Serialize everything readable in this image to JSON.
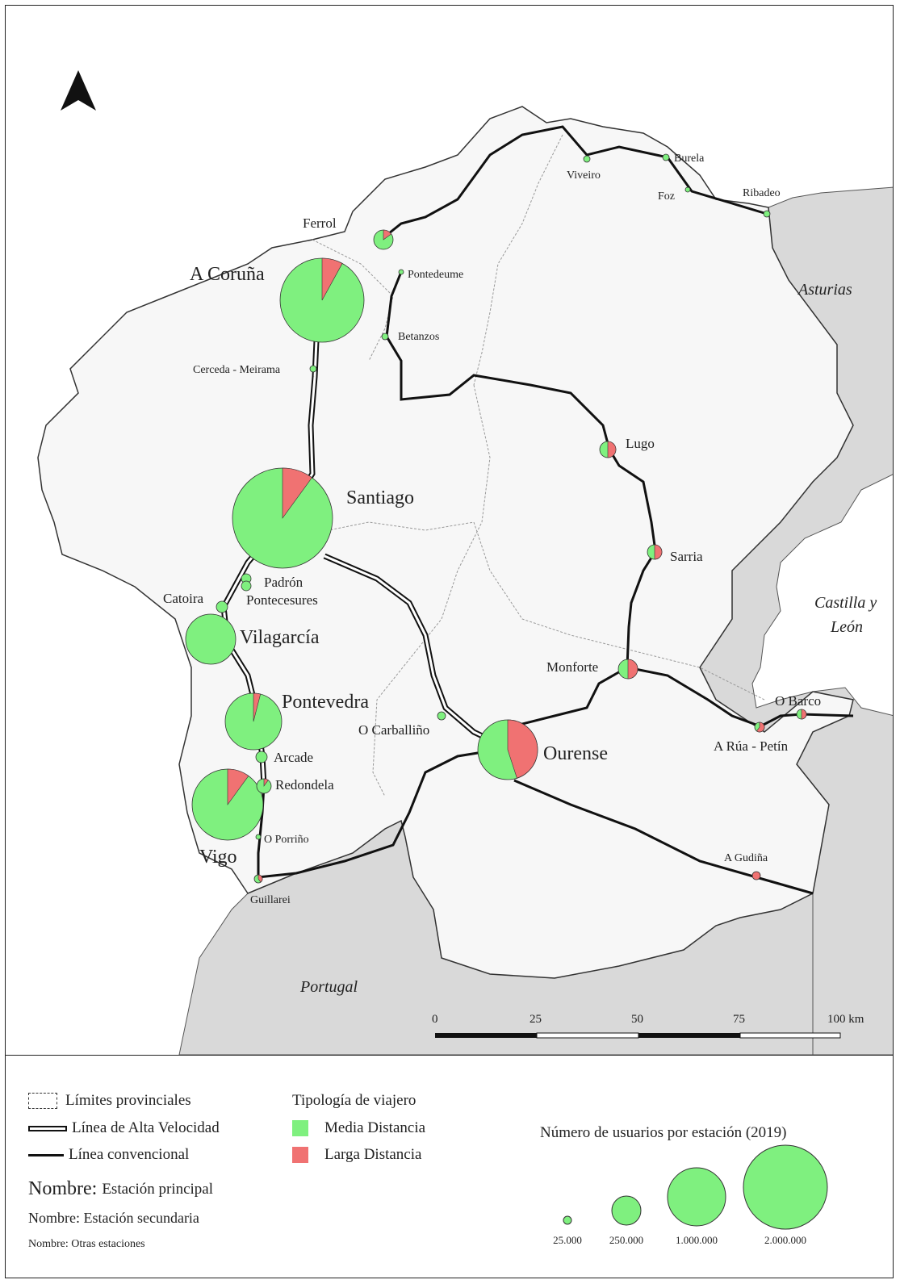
{
  "colors": {
    "media_distancia": "#7ff07f",
    "larga_distancia": "#f07272",
    "galicia_land": "#f7f7f7",
    "neighbour_land": "#d9d9d9",
    "sea": "#ffffff"
  },
  "regions": [
    {
      "name": "Asturias"
    },
    {
      "name": "Castilla y"
    },
    {
      "name": "León"
    },
    {
      "name": "Portugal"
    }
  ],
  "stations": [
    {
      "name": "A Coruña",
      "type": "principal",
      "larga_share": 0.08
    },
    {
      "name": "Santiago",
      "type": "principal",
      "larga_share": 0.1
    },
    {
      "name": "Vilagarcía",
      "type": "principal",
      "larga_share": 0.0
    },
    {
      "name": "Pontevedra",
      "type": "principal",
      "larga_share": 0.04
    },
    {
      "name": "Vigo",
      "type": "principal",
      "larga_share": 0.1
    },
    {
      "name": "Ourense",
      "type": "principal",
      "larga_share": 0.45
    },
    {
      "name": "Ferrol",
      "type": "secundaria",
      "larga_share": 0.15
    },
    {
      "name": "Lugo",
      "type": "secundaria",
      "larga_share": 0.5
    },
    {
      "name": "Sarria",
      "type": "secundaria",
      "larga_share": 0.5
    },
    {
      "name": "Monforte",
      "type": "secundaria",
      "larga_share": 0.5
    },
    {
      "name": "Padrón",
      "type": "secundaria",
      "larga_share": 0.0
    },
    {
      "name": "Pontecesures",
      "type": "secundaria",
      "larga_share": 0.0
    },
    {
      "name": "Catoira",
      "type": "secundaria",
      "larga_share": 0.0
    },
    {
      "name": "Arcade",
      "type": "secundaria",
      "larga_share": 0.0
    },
    {
      "name": "Redondela",
      "type": "secundaria",
      "larga_share": 0.1
    },
    {
      "name": "O Carballiño",
      "type": "secundaria",
      "larga_share": 0.0
    },
    {
      "name": "O Barco",
      "type": "secundaria",
      "larga_share": 0.5
    },
    {
      "name": "A Rúa - Petín",
      "type": "secundaria",
      "larga_share": 0.6
    },
    {
      "name": "Viveiro",
      "type": "otra",
      "larga_share": 0.0
    },
    {
      "name": "Burela",
      "type": "otra",
      "larga_share": 0.0
    },
    {
      "name": "Foz",
      "type": "otra",
      "larga_share": 0.0
    },
    {
      "name": "Ribadeo",
      "type": "otra",
      "larga_share": 0.0
    },
    {
      "name": "Pontedeume",
      "type": "otra",
      "larga_share": 0.0
    },
    {
      "name": "Betanzos",
      "type": "otra",
      "larga_share": 0.0
    },
    {
      "name": "Cerceda - Meirama",
      "type": "otra",
      "larga_share": 0.0
    },
    {
      "name": "O Porriño",
      "type": "otra",
      "larga_share": 0.0
    },
    {
      "name": "Guillarei",
      "type": "otra",
      "larga_share": 0.4
    },
    {
      "name": "A Gudiña",
      "type": "otra",
      "larga_share": 1.0
    }
  ],
  "scale_bar": {
    "ticks": [
      "0",
      "25",
      "50",
      "75",
      "100 km"
    ]
  },
  "legend": {
    "limites": "Límites provinciales",
    "alta_velocidad": "Línea de Alta Velocidad",
    "convencional": "Línea convencional",
    "principal_prefix": "Nombre:",
    "principal_text": "Estación principal",
    "secundaria": "Nombre: Estación secundaria",
    "otras": "Nombre: Otras estaciones",
    "tipologia_title": "Tipología de viajero",
    "media": "Media Distancia",
    "larga": "Larga Distancia",
    "size_title": "Número de usuarios por estación (2019)",
    "size_values": [
      "25.000",
      "250.000",
      "1.000.000",
      "2.000.000"
    ]
  }
}
